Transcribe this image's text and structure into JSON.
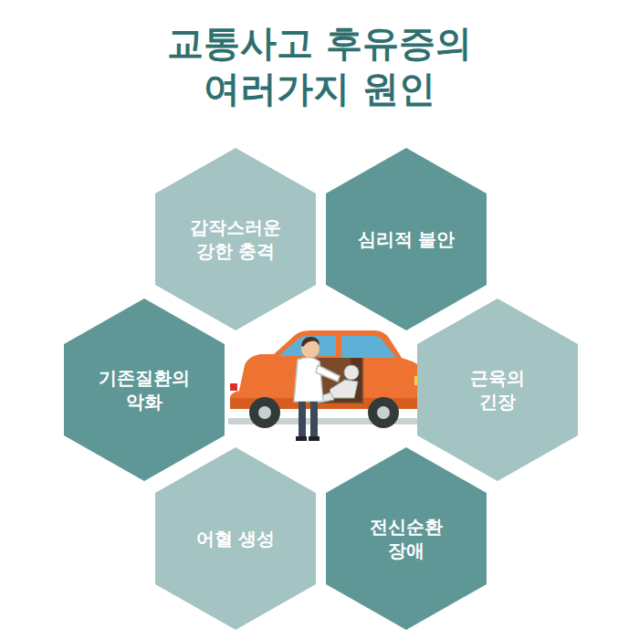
{
  "diagram": {
    "title": "교통사고 후유증의 여러가지 원인",
    "nodes": [
      {
        "text": [
          "갑작스러운 강한 충격"
        ]
      },
      {
        "text": [
          "심리적 불안"
        ]
      },
      {
        "text": [
          "기존질환의 악화"
        ]
      },
      {
        "text": [
          "근육의 긴장"
        ]
      },
      {
        "text": [
          "어혈 생성"
        ]
      },
      {
        "text": [
          "전신순환 장애"
        ]
      }
    ]
  }
}
